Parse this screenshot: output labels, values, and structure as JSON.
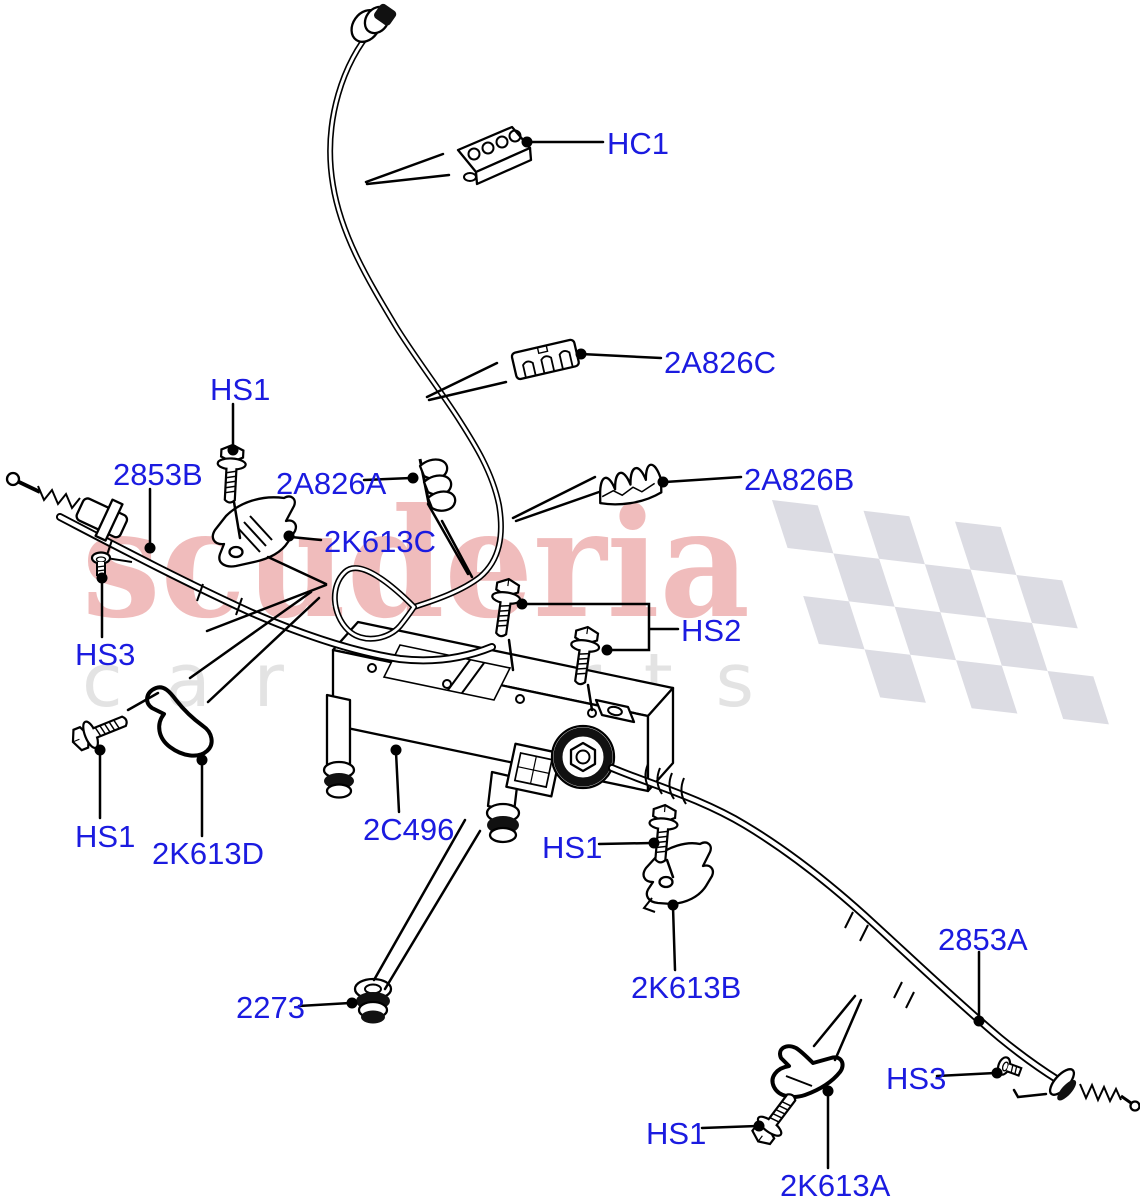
{
  "colors": {
    "label_blue": "#1b1be0",
    "line_black": "#000000",
    "watermark_pink": "#eeb1b1",
    "watermark_gray": "#e3e3e3",
    "flag_gray": "#dcdce3",
    "background": "#ffffff"
  },
  "watermark": {
    "brand": "scuderia",
    "tagline": "car parts"
  },
  "diagram": {
    "callouts": [
      {
        "id": "HC1",
        "label": "HC1"
      },
      {
        "id": "2A826C",
        "label": "2A826C"
      },
      {
        "id": "HS1-a",
        "label": "HS1"
      },
      {
        "id": "2853B",
        "label": "2853B"
      },
      {
        "id": "2A826A",
        "label": "2A826A"
      },
      {
        "id": "2A826B",
        "label": "2A826B"
      },
      {
        "id": "2K613C",
        "label": "2K613C"
      },
      {
        "id": "HS3-a",
        "label": "HS3"
      },
      {
        "id": "HS2",
        "label": "HS2"
      },
      {
        "id": "HS1-b",
        "label": "HS1"
      },
      {
        "id": "2K613D",
        "label": "2K613D"
      },
      {
        "id": "2C496",
        "label": "2C496"
      },
      {
        "id": "HS1-c",
        "label": "HS1"
      },
      {
        "id": "2K613B",
        "label": "2K613B"
      },
      {
        "id": "2853A",
        "label": "2853A"
      },
      {
        "id": "2273",
        "label": "2273"
      },
      {
        "id": "HS3-b",
        "label": "HS3"
      },
      {
        "id": "HS1-d",
        "label": "HS1"
      },
      {
        "id": "2K613A",
        "label": "2K613A"
      }
    ]
  }
}
